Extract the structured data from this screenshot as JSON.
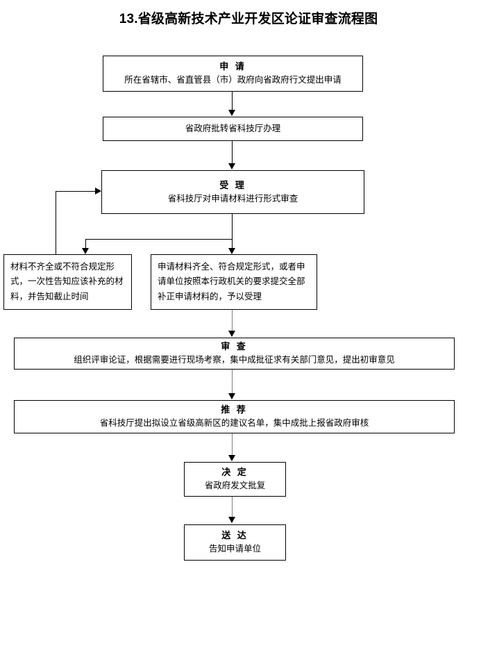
{
  "page": {
    "title": "13.省级高新技术产业开发区论证审查流程图"
  },
  "nodes": {
    "apply": {
      "heading": "申 请",
      "desc": "所在省辖市、省直管县（市）政府向省政府行文提出申请"
    },
    "transfer": {
      "heading": "",
      "desc": "省政府批转省科技厅办理"
    },
    "accept": {
      "heading": "受 理",
      "desc": "省科技厅对申请材料进行形式审查"
    },
    "branch_incomplete": {
      "heading": "",
      "desc": "材料不齐全或不符合规定形式，一次性告知应该补充的材料，并告知截止时间"
    },
    "branch_complete": {
      "heading": "",
      "desc": "申请材料齐全、符合规定形式，或者申请单位按照本行政机关的要求提交全部补正申请材料的，予以受理"
    },
    "review": {
      "heading": "审 查",
      "desc": "组织评审论证，根据需要进行现场考察，集中成批征求有关部门意见，提出初审意见"
    },
    "recommend": {
      "heading": "推 荐",
      "desc": "省科技厅提出拟设立省级高新区的建议名单，集中成批上报省政府审核"
    },
    "decide": {
      "heading": "决 定",
      "desc": "省政府发文批复"
    },
    "deliver": {
      "heading": "送 达",
      "desc": "告知申请单位"
    }
  },
  "colors": {
    "line": "#000000",
    "line_gray": "#808080",
    "background": "#ffffff",
    "text": "#000000"
  }
}
